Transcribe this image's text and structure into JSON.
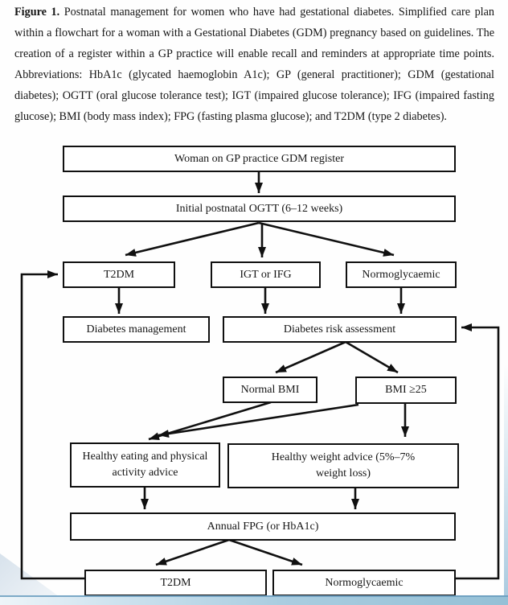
{
  "caption": {
    "label": "Figure 1.",
    "text": "Postnatal management for women who have had gestational diabetes. Simplified care plan within a flowchart for a woman with a Gestational Diabetes (GDM) pregnancy based on guidelines. The creation of a register within a GP practice will enable recall and reminders at appropriate time points. Abbreviations: HbA1c (glycated haemoglobin A1c); GP (general practitioner); GDM (gestational diabetes); OGTT (oral glucose tolerance test); IGT (impaired glucose tolerance); IFG (impaired fasting glucose); BMI (body mass index); FPG (fasting plasma glucose); and T2DM (type 2 diabetes)."
  },
  "flowchart": {
    "nodes": {
      "register": {
        "label": "Woman on GP practice GDM register"
      },
      "ogtt": {
        "label": "Initial postnatal OGTT (6–12 weeks)"
      },
      "t2dm1": {
        "label": "T2DM"
      },
      "igt": {
        "label": "IGT or IFG"
      },
      "normo1": {
        "label": "Normoglycaemic"
      },
      "dm": {
        "label": "Diabetes management"
      },
      "risk": {
        "label": "Diabetes risk assessment"
      },
      "nbmi": {
        "label": "Normal BMI"
      },
      "bmi25": {
        "label": "BMI ≥25"
      },
      "eat": {
        "label": "Healthy eating and physical\nactivity advice"
      },
      "weight": {
        "label": "Healthy weight advice (5%–7%\nweight loss)"
      },
      "fpg": {
        "label": "Annual FPG (or HbA1c)"
      },
      "t2dm2": {
        "label": "T2DM"
      },
      "normo2": {
        "label": "Normoglycaemic"
      }
    }
  },
  "colors": {
    "line": "#101010",
    "box_border": "#101010",
    "page_background": "#fefefe",
    "bottom_band_blue": "#aacde0",
    "band_edge_blue": "#689cbe",
    "corner_shade": "#cbd9e6"
  }
}
